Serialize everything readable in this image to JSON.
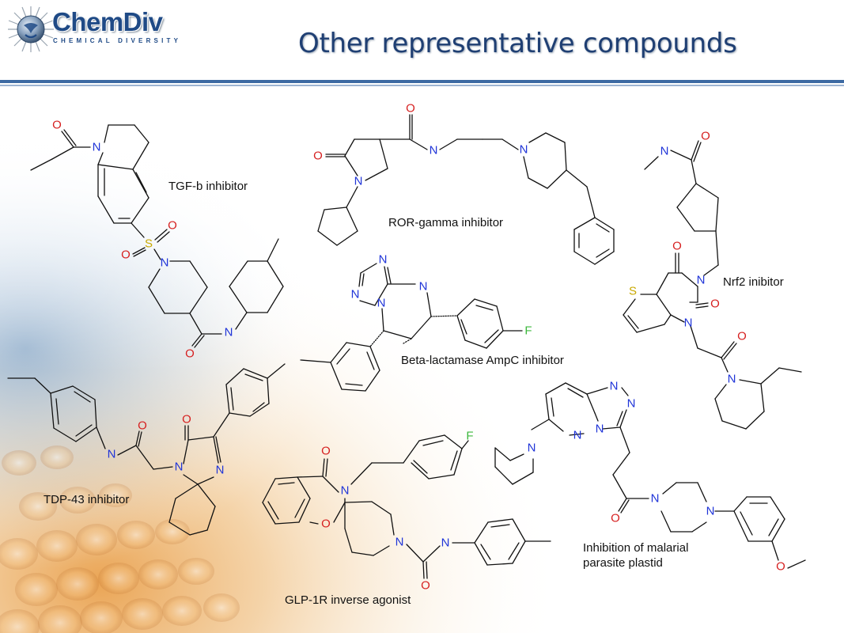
{
  "logo": {
    "name": "ChemDiv",
    "tagline": "CHEMICAL DIVERSITY"
  },
  "slide": {
    "title": "Other representative compounds"
  },
  "captions": {
    "tgfb": "TGF-b inhibitor",
    "ror": "ROR-gamma inhibitor",
    "nrf2": "Nrf2 inibitor",
    "beta": "Beta-lactamase AmpC inhibitor",
    "tdp": "TDP-43 inhibitor",
    "glp": "GLP-1R inverse agonist",
    "malaria_line1": "Inhibition of malarial",
    "malaria_line2": "parasite plastid"
  },
  "atoms": {
    "O": "O",
    "N": "N",
    "S": "S",
    "F": "F"
  },
  "colors": {
    "title": "#1f3f73",
    "header_rule": "#3d6aa3",
    "oxygen": "#d62020",
    "nitrogen": "#2035d8",
    "sulfur": "#c8a800",
    "fluorine": "#3cb83c",
    "bond": "#111111"
  }
}
